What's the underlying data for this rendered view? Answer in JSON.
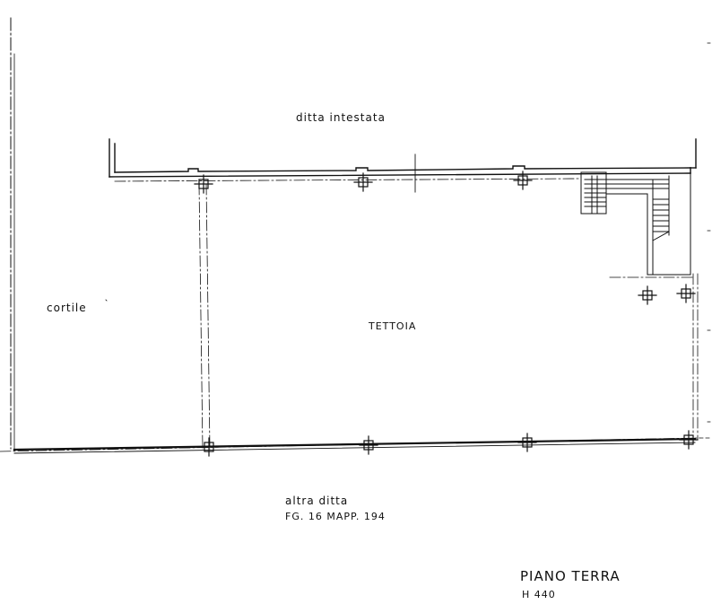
{
  "labels": {
    "north_neighbor": "ditta intestata",
    "west_area": "cortile",
    "main_area": "TETTOIA",
    "south_neighbor": "altra ditta",
    "cadastral_ref": "FG. 16    MAPP. 194"
  },
  "title_block": {
    "floor": "PIANO    TERRA",
    "height": "H  440"
  },
  "colors": {
    "ink": "#111111",
    "paper": "#ffffff"
  }
}
